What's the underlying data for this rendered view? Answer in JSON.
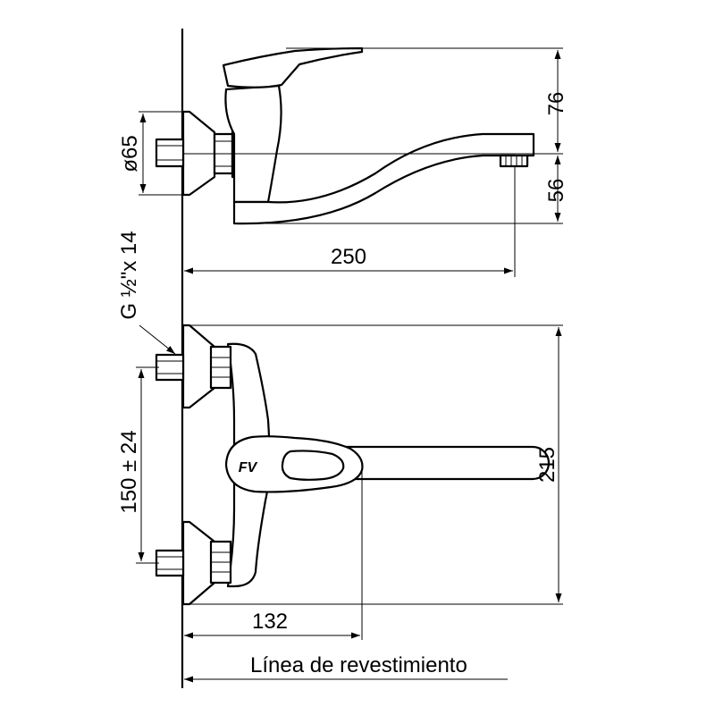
{
  "dimensions": {
    "spout_reach": "250",
    "handle_height": "76",
    "spout_outlet_drop": "56",
    "escutcheon_diameter": "ø65",
    "thread": "G ½\"x 14",
    "inlet_spacing": "150 ± 24",
    "total_width": "215",
    "wall_to_handle": "132"
  },
  "caption": "Línea de revestimiento",
  "logo_text": "FV"
}
